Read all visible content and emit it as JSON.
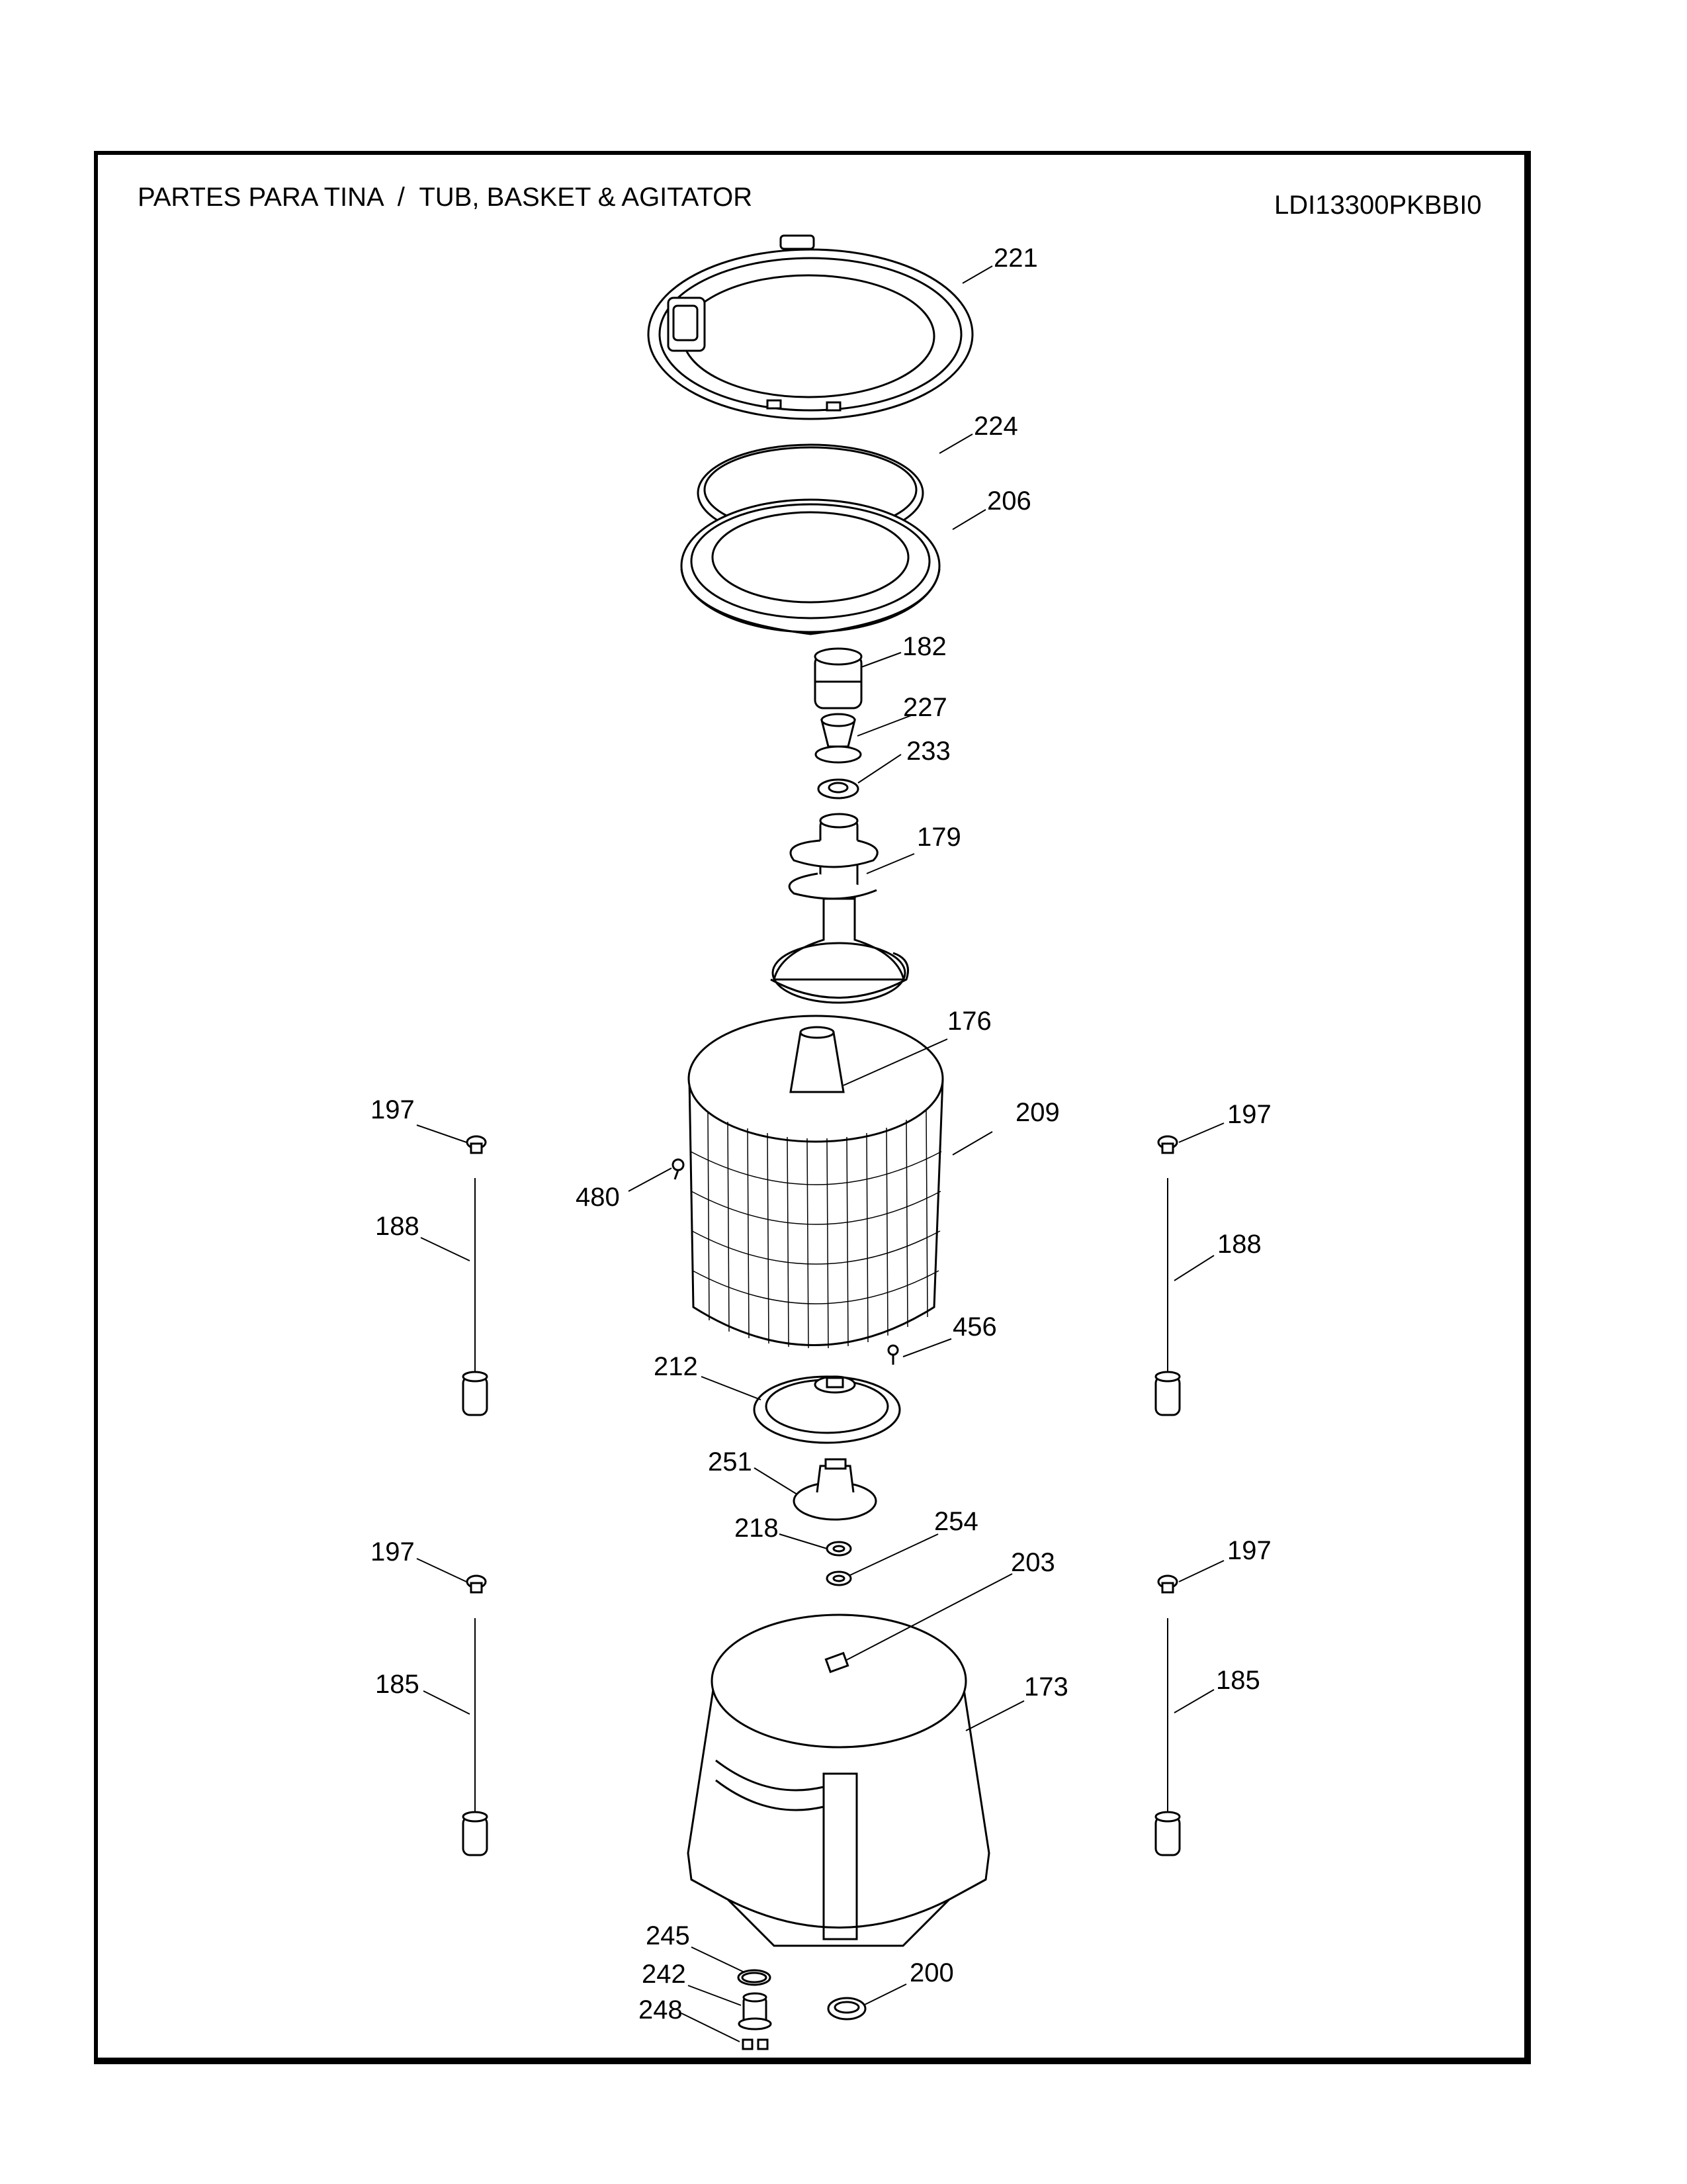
{
  "title": "PARTES PARA TINA  /  TUB, BASKET & AGITATOR",
  "model": "LDI13300PKBBI0",
  "callouts": [
    {
      "id": "c221",
      "label": "221"
    },
    {
      "id": "c224",
      "label": "224"
    },
    {
      "id": "c206",
      "label": "206"
    },
    {
      "id": "c182",
      "label": "182"
    },
    {
      "id": "c227",
      "label": "227"
    },
    {
      "id": "c233",
      "label": "233"
    },
    {
      "id": "c179",
      "label": "179"
    },
    {
      "id": "c176",
      "label": "176"
    },
    {
      "id": "c209",
      "label": "209"
    },
    {
      "id": "c197a",
      "label": "197"
    },
    {
      "id": "c197b",
      "label": "197"
    },
    {
      "id": "c480",
      "label": "480"
    },
    {
      "id": "c188a",
      "label": "188"
    },
    {
      "id": "c188b",
      "label": "188"
    },
    {
      "id": "c456",
      "label": "456"
    },
    {
      "id": "c212",
      "label": "212"
    },
    {
      "id": "c251",
      "label": "251"
    },
    {
      "id": "c218",
      "label": "218"
    },
    {
      "id": "c254",
      "label": "254"
    },
    {
      "id": "c197c",
      "label": "197"
    },
    {
      "id": "c197d",
      "label": "197"
    },
    {
      "id": "c203",
      "label": "203"
    },
    {
      "id": "c185a",
      "label": "185"
    },
    {
      "id": "c185b",
      "label": "185"
    },
    {
      "id": "c173",
      "label": "173"
    },
    {
      "id": "c245",
      "label": "245"
    },
    {
      "id": "c242",
      "label": "242"
    },
    {
      "id": "c200",
      "label": "200"
    },
    {
      "id": "c248",
      "label": "248"
    }
  ]
}
